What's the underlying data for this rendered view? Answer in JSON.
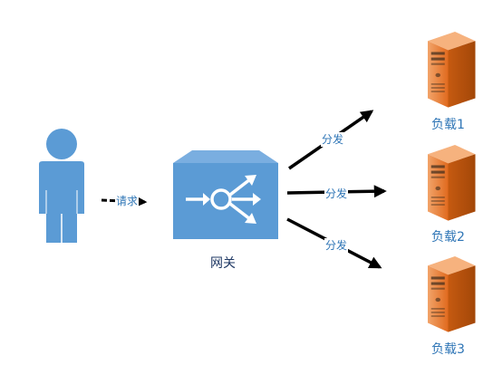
{
  "colors": {
    "user": "#5b9bd5",
    "gateway": "#5b9bd5",
    "server_body": "#e87d2f",
    "server_dark": "#c55a11",
    "arrow": "#000000",
    "label": "#2e75b6"
  },
  "nodes": {
    "client": {
      "icon": "person-icon"
    },
    "gateway": {
      "label": "网关",
      "icon": "router-icon"
    },
    "servers": [
      {
        "label": "负载1",
        "icon": "server-icon"
      },
      {
        "label": "负载2",
        "icon": "server-icon"
      },
      {
        "label": "负载3",
        "icon": "server-icon"
      }
    ]
  },
  "edges": {
    "request": "请求",
    "dispatch": [
      "分发",
      "分发",
      "分发"
    ]
  }
}
